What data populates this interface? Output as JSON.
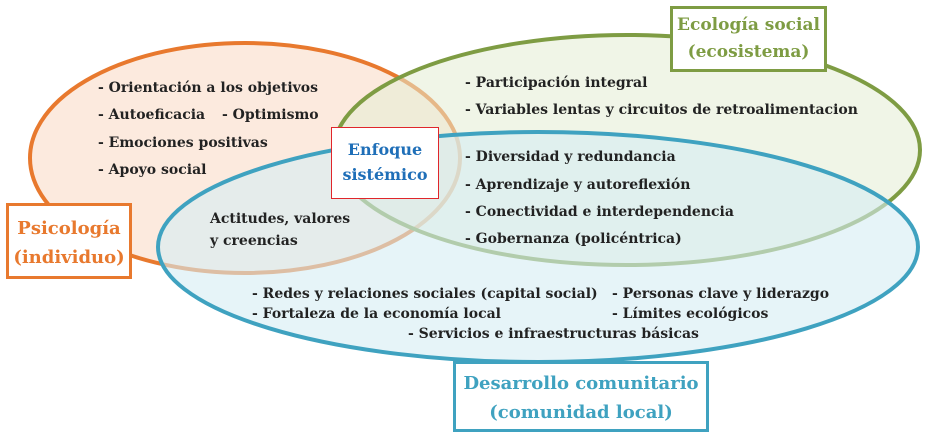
{
  "colors": {
    "psicologia": "#E8792E",
    "ecologia": "#7E9C43",
    "desarrollo": "#3FA2C0",
    "center": "#E0262B",
    "center_text": "#1F6FB8"
  },
  "psicologia": {
    "title": "Psicología",
    "subtitle": "(individuo)",
    "items": [
      "- Orientación a los objetivos",
      "- Autoeficacia",
      "- Optimismo",
      "- Emociones positivas",
      "- Apoyo social"
    ]
  },
  "ecologia": {
    "title": "Ecología social",
    "subtitle": "(ecosistema)",
    "items": [
      "- Participación integral",
      "- Variables lentas y circuitos de retroalimentacion"
    ]
  },
  "desarrollo": {
    "title": "Desarrollo comunitario",
    "subtitle": "(comunidad local)",
    "items": [
      "- Redes y relaciones sociales (capital social)",
      "- Personas clave y liderazgo",
      "- Fortaleza de la economía local",
      "- Límites ecológicos",
      "- Servicios e infraestructuras básicas"
    ]
  },
  "overlap_psi_des": {
    "line1": "Actitudes, valores",
    "line2": "y creencias"
  },
  "overlap_eco_des": {
    "items": [
      "- Diversidad y redundancia",
      "- Aprendizaje y autoreflexión",
      "- Conectividad e interdependencia",
      "- Gobernanza (policéntrica)"
    ]
  },
  "center": {
    "line1": "Enfoque",
    "line2": "sistémico"
  }
}
